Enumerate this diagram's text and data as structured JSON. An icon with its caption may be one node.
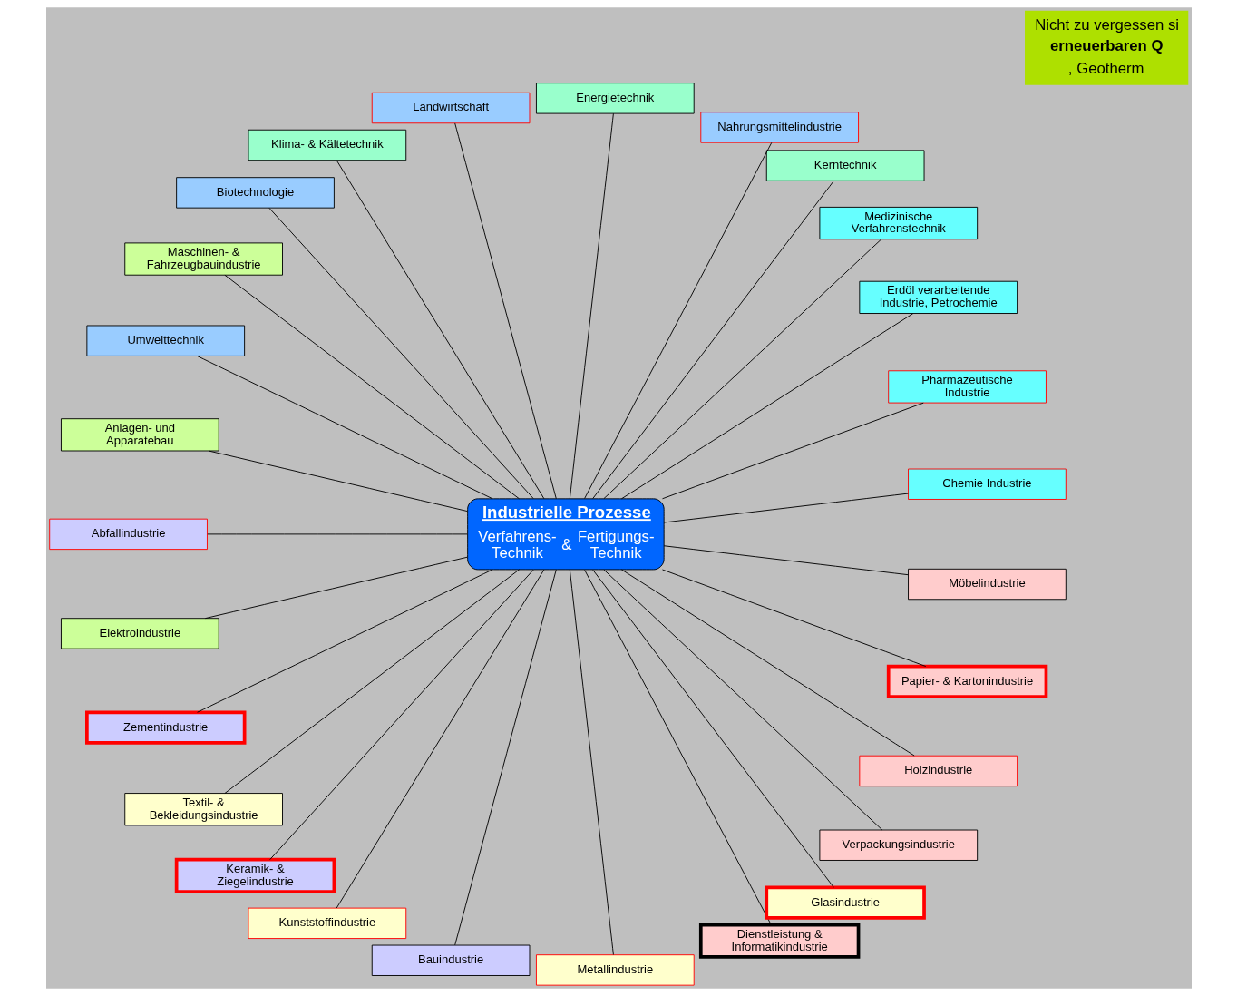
{
  "diagram": {
    "nodes": [
      {
        "text": [
          "Industrielle Prozesse",
          "Verfahrens- Technik",
          "&",
          "Fertigungs- Technik"
        ]
      },
      {
        "text": [
          "Chemie Industrie"
        ]
      },
      {
        "text": [
          "Pharmazeutische Industrie"
        ]
      },
      {
        "text": [
          "Erdöl verarbeitende Industrie, Petrochemie"
        ]
      },
      {
        "text": [
          "Medizinische Verfahrenstechnik"
        ]
      },
      {
        "text": [
          "Kerntechnik"
        ]
      },
      {
        "text": [
          "Nahrungsmittelindustrie"
        ]
      },
      {
        "text": [
          "Energietechnik"
        ]
      },
      {
        "text": [
          "Landwirtschaft"
        ]
      },
      {
        "text": [
          "Klima- & Kältetechnik"
        ]
      },
      {
        "text": [
          "Biotechnologie"
        ]
      },
      {
        "text": [
          "Maschinen- & Fahrzeugbauindustrie"
        ]
      },
      {
        "text": [
          "Umwelttechnik"
        ]
      },
      {
        "text": [
          "Anlagen- und Apparatebau"
        ]
      },
      {
        "text": [
          "Abfallindustrie"
        ]
      },
      {
        "text": [
          "Elektroindustrie"
        ]
      },
      {
        "text": [
          "Zementindustrie"
        ]
      },
      {
        "text": [
          "Textil- & Bekleidungsindustrie"
        ]
      },
      {
        "text": [
          "Keramik- & Ziegelindustrie"
        ]
      },
      {
        "text": [
          "Kunststoffindustrie"
        ]
      },
      {
        "text": [
          "Bauindustrie"
        ]
      },
      {
        "text": [
          "Metallindustrie"
        ]
      },
      {
        "text": [
          "Dienstleistung & Informatikindustrie"
        ]
      },
      {
        "text": [
          "Glasindustrie"
        ]
      },
      {
        "text": [
          "Verpackungsindustrie"
        ]
      },
      {
        "text": [
          "Holzindustrie"
        ]
      },
      {
        "text": [
          "Papier- & Kartonindustrie"
        ]
      },
      {
        "text": [
          "Möbelindustrie"
        ]
      }
    ],
    "edges": [
      {
        "from": 0,
        "to": 1,
        "arrow": "none"
      },
      {
        "from": 0,
        "to": 2,
        "arrow": "none"
      },
      {
        "from": 0,
        "to": 3,
        "arrow": "none"
      },
      {
        "from": 0,
        "to": 4,
        "arrow": "none"
      },
      {
        "from": 0,
        "to": 5,
        "arrow": "none"
      },
      {
        "from": 0,
        "to": 6,
        "arrow": "none"
      },
      {
        "from": 0,
        "to": 7,
        "arrow": "none"
      },
      {
        "from": 0,
        "to": 8,
        "arrow": "none"
      },
      {
        "from": 0,
        "to": 9,
        "arrow": "none"
      },
      {
        "from": 0,
        "to": 10,
        "arrow": "none"
      },
      {
        "from": 0,
        "to": 11,
        "arrow": "none"
      },
      {
        "from": 0,
        "to": 12,
        "arrow": "none"
      },
      {
        "from": 0,
        "to": 13,
        "arrow": "none"
      },
      {
        "from": 0,
        "to": 14,
        "arrow": "none"
      },
      {
        "from": 0,
        "to": 15,
        "arrow": "none"
      },
      {
        "from": 0,
        "to": 16,
        "arrow": "none"
      },
      {
        "from": 0,
        "to": 17,
        "arrow": "none"
      },
      {
        "from": 0,
        "to": 18,
        "arrow": "none"
      },
      {
        "from": 0,
        "to": 19,
        "arrow": "none"
      },
      {
        "from": 0,
        "to": 20,
        "arrow": "none"
      },
      {
        "from": 0,
        "to": 21,
        "arrow": "none"
      },
      {
        "from": 0,
        "to": 22,
        "arrow": "none"
      },
      {
        "from": 0,
        "to": 23,
        "arrow": "none"
      },
      {
        "from": 0,
        "to": 24,
        "arrow": "none"
      },
      {
        "from": 0,
        "to": 25,
        "arrow": "none"
      },
      {
        "from": 0,
        "to": 26,
        "arrow": "none"
      },
      {
        "from": 0,
        "to": 27,
        "arrow": "none"
      }
    ],
    "labels": [
      "Nicht zu vergessen si",
      "erneuerbaren Q",
      ", Geotherm"
    ]
  }
}
